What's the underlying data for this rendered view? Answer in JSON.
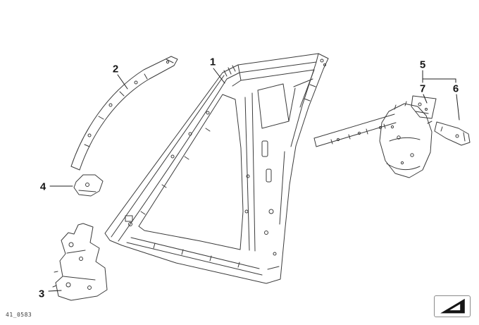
{
  "diagram": {
    "title": "body-side-frame-parts-diagram",
    "background_color": "#ffffff",
    "line_color": "#3b3b3b",
    "leader_line_color": "#1f1f1f",
    "callouts": [
      {
        "label": "1"
      },
      {
        "label": "2"
      },
      {
        "label": "3"
      },
      {
        "label": "4"
      },
      {
        "label": "5"
      },
      {
        "label": "6"
      },
      {
        "label": "7"
      }
    ],
    "code": "41_0583",
    "nav_icon": "corner-arrow-icon"
  }
}
